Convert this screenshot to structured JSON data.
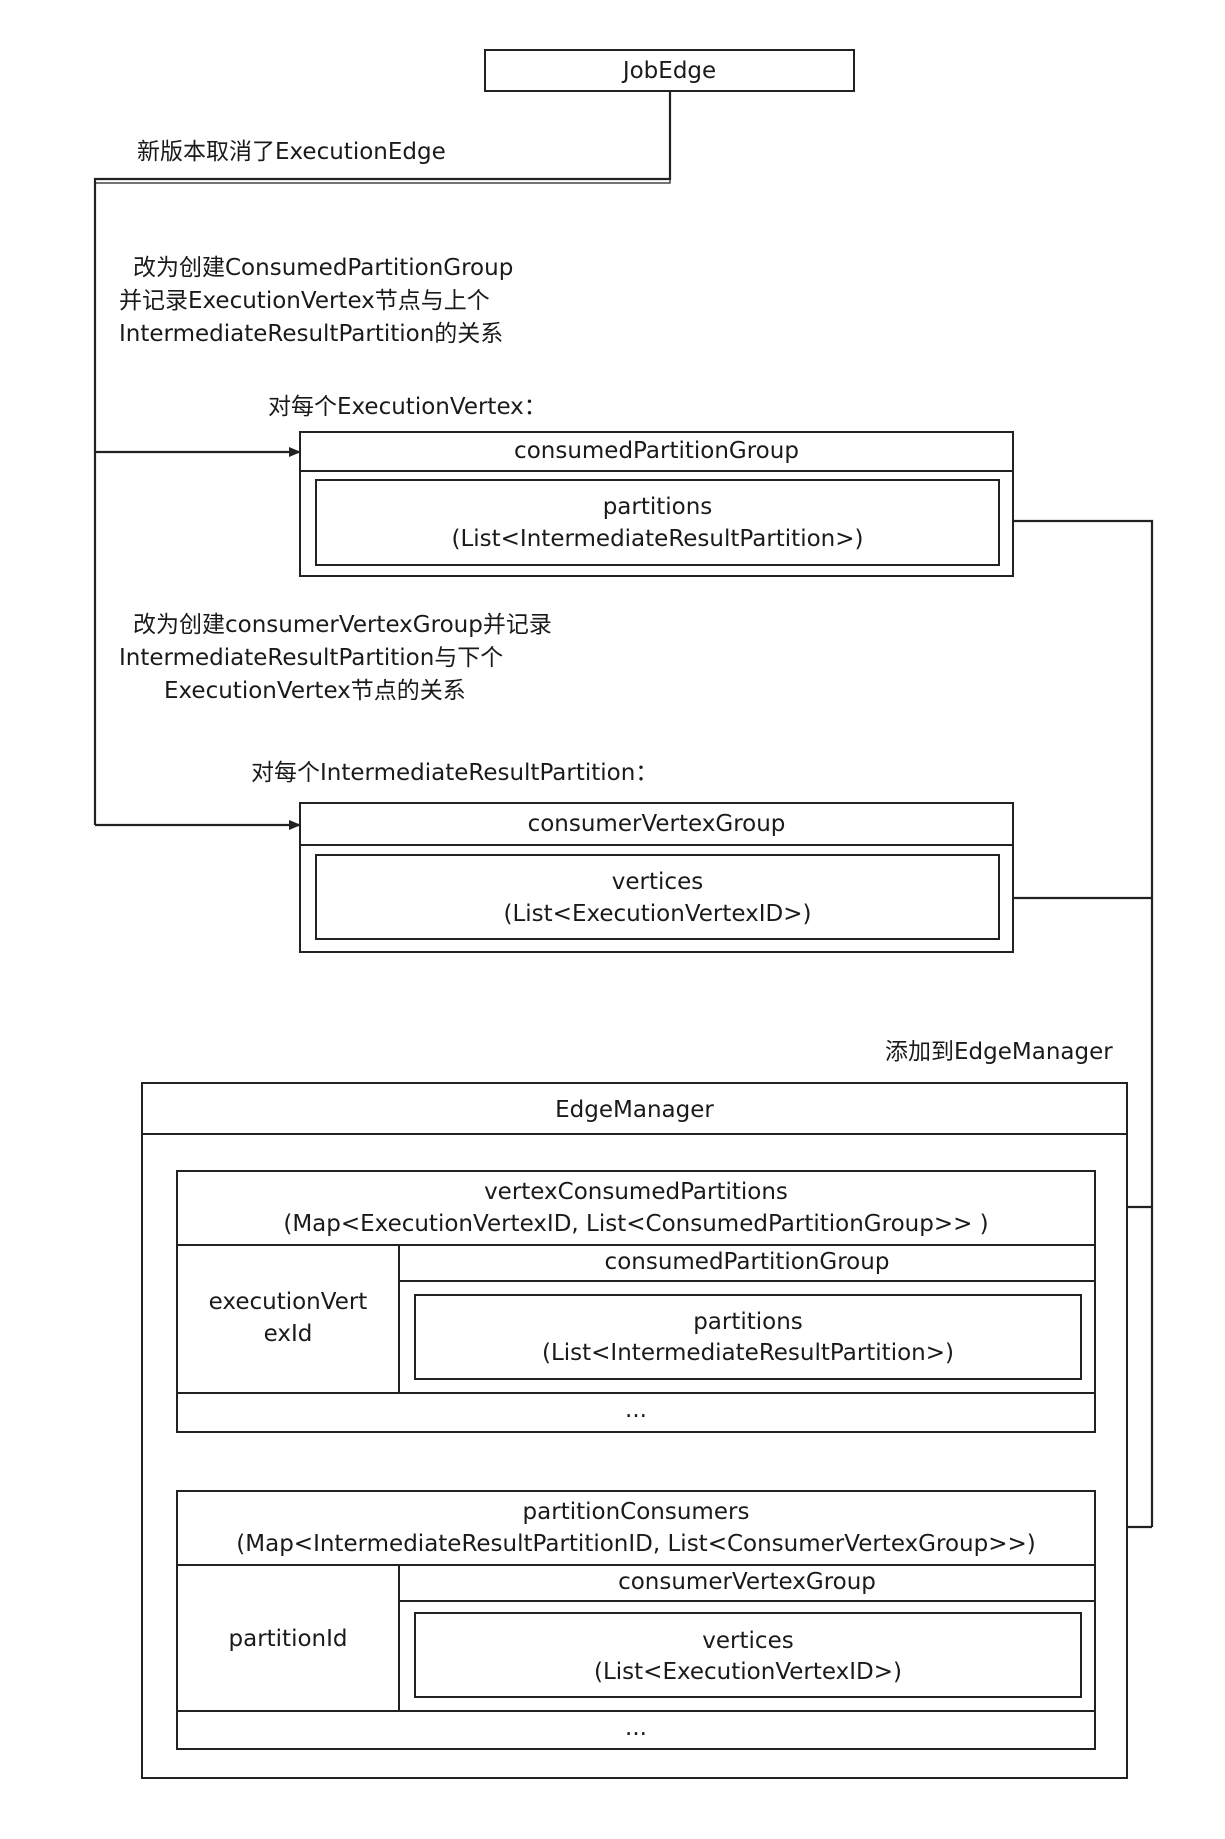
{
  "job_edge": {
    "label": "JobEdge"
  },
  "annotations": {
    "removed_execution_edge": "新版本取消了ExecutionEdge",
    "create_consumed_partition_group": [
      "改为创建ConsumedPartitionGroup",
      "并记录ExecutionVertex节点与上个",
      "IntermediateResultPartition的关系"
    ],
    "for_each_execution_vertex": "对每个ExecutionVertex：",
    "create_consumer_vertex_group": [
      "改为创建consumerVertexGroup并记录",
      "IntermediateResultPartition与下个",
      "ExecutionVertex节点的关系"
    ],
    "for_each_partition": "对每个IntermediateResultPartition：",
    "add_to_edge_manager": "添加到EdgeManager"
  },
  "consumed_partition_group": {
    "title": "consumedPartitionGroup",
    "field_name": "partitions",
    "field_type": "(List<IntermediateResultPartition>)"
  },
  "consumer_vertex_group": {
    "title": "consumerVertexGroup",
    "field_name": "vertices",
    "field_type": "(List<ExecutionVertexID>)"
  },
  "edge_manager": {
    "title": "EdgeManager",
    "vertex_consumed_partitions": {
      "title": "vertexConsumedPartitions",
      "type": "(Map<ExecutionVertexID, List<ConsumedPartitionGroup>> )",
      "key": [
        "executionVert",
        "exId"
      ],
      "value_title": "consumedPartitionGroup",
      "value_field": "partitions",
      "value_type": "(List<IntermediateResultPartition>)",
      "more": "..."
    },
    "partition_consumers": {
      "title": "partitionConsumers",
      "type": "(Map<IntermediateResultPartitionID, List<ConsumerVertexGroup>>)",
      "key": "partitionId",
      "value_title": "consumerVertexGroup",
      "value_field": "vertices",
      "value_type": "(List<ExecutionVertexID>)",
      "more": "..."
    }
  }
}
